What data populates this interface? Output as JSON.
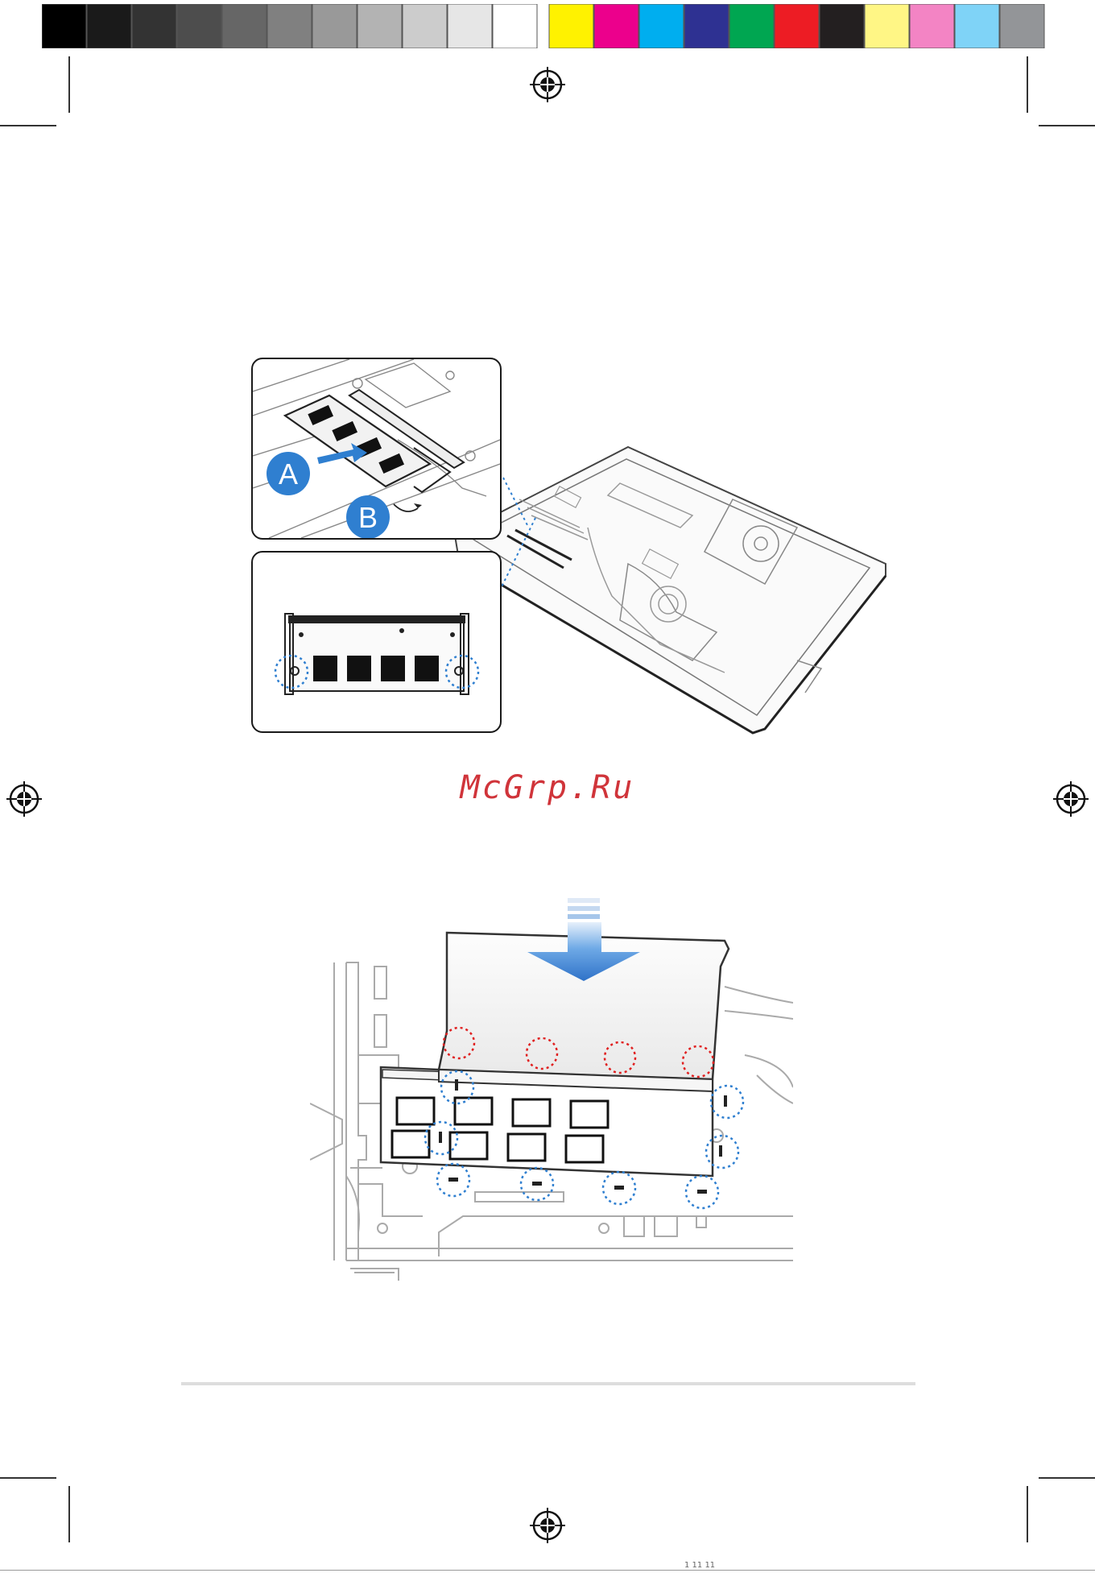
{
  "colors": {
    "swatches": [
      "#000000",
      "#1a1a1a",
      "#333333",
      "#4d4d4d",
      "#666666",
      "#808080",
      "#999999",
      "#b3b3b3",
      "#cccccc",
      "#e6e6e6",
      "#ffffff",
      "#fff200",
      "#ec008c",
      "#00aeef",
      "#2e3192",
      "#00a651",
      "#ed1c24",
      "#231f20",
      "#fff685",
      "#f384c4",
      "#7fd3f7",
      "#939598"
    ],
    "callout_blue": "#2f7fd0",
    "latch_red": "#e02020"
  },
  "figure1": {
    "callout_a": "A",
    "callout_b": "B"
  },
  "watermark": "McGrp.Ru",
  "footer": "1  11  11"
}
